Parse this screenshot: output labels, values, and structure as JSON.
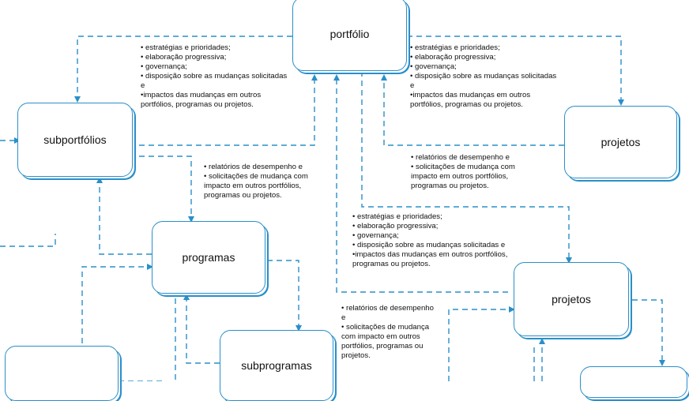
{
  "nodes": {
    "portfolio": "portfólio",
    "subportfolios": "subportfólios",
    "projetos_top": "projetos",
    "programas": "programas",
    "projetos_mid": "projetos",
    "subprogramas": "subprogramas"
  },
  "notes": {
    "left_top": [
      "• estratégias e prioridades;",
      "• elaboração progressiva;",
      "• governança;",
      "• disposição sobre as mudanças solicitadas",
      "e",
      "•impactos das mudanças em outros",
      "portfólios, programas ou projetos."
    ],
    "right_top": [
      "• estratégias e prioridades;",
      "• elaboração progressiva;",
      "• governança;",
      "• disposição sobre as mudanças solicitadas",
      "e",
      "•impactos das mudanças em outros",
      "portfólios, programas ou projetos."
    ],
    "center_reports": [
      "• relatórios de desempenho e",
      "• solicitações de mudança com",
      "impacto em outros portfólios,",
      "programas ou projetos."
    ],
    "right_reports": [
      "• relatórios de desempenho e",
      "• solicitações de mudança com",
      "impacto em outros portfólios,",
      "programas ou projetos."
    ],
    "middle_strategies": [
      "• estratégias e prioridades;",
      "• elaboração progressiva;",
      "• governança;",
      "• disposição sobre as mudanças solicitadas e",
      "•impactos das mudanças em outros portfólios,",
      "programas ou projetos."
    ],
    "bottom_reports": [
      "• relatórios de desempenho",
      "e",
      "• solicitações de mudança",
      "com impacto em outros",
      "portfólios, programas ou",
      "projetos."
    ]
  },
  "colors": {
    "accent": "#2a8fc9",
    "text": "#111111",
    "background": "#ffffff"
  }
}
